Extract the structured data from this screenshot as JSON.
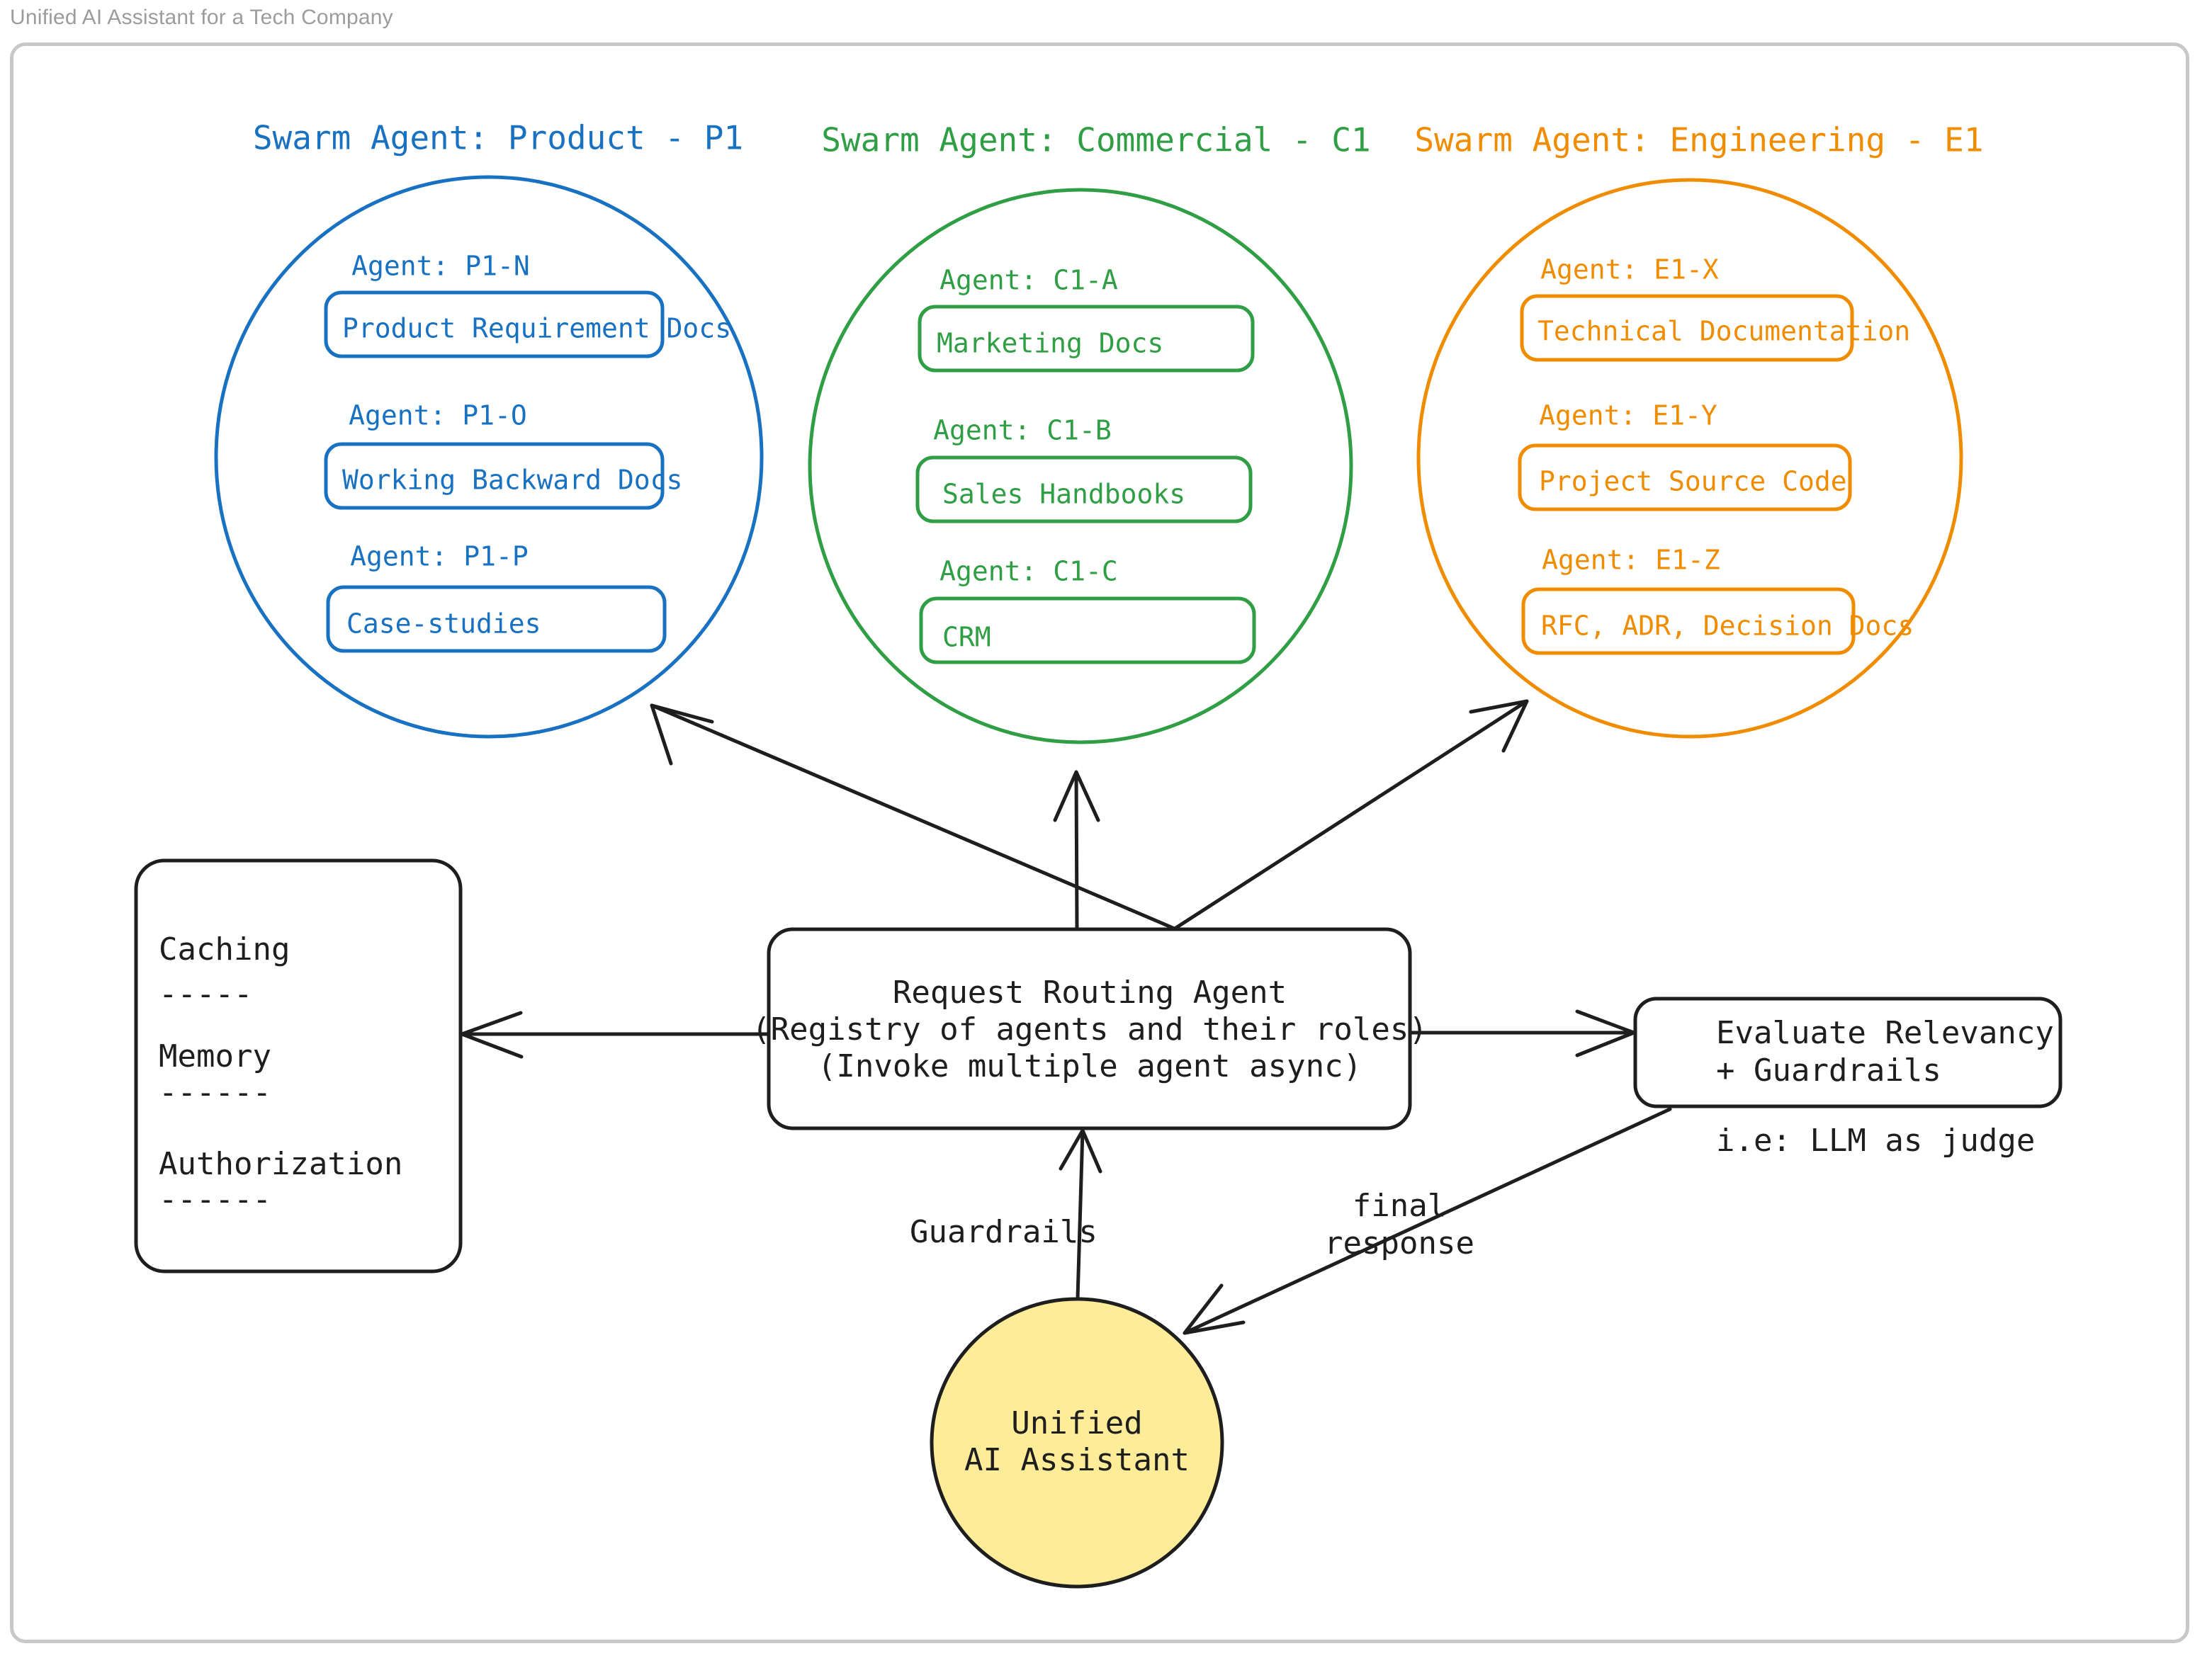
{
  "frame": {
    "title": "Unified AI Assistant for a Tech Company"
  },
  "colors": {
    "product_blue": "#1971c2",
    "commercial_green": "#2f9e44",
    "engineering_orange": "#f08c00",
    "ink_black": "#1e1e1e",
    "assistant_yellow_fill": "#ffec99",
    "frame_gray": "#c8c8c8"
  },
  "swarms": [
    {
      "id": "P1",
      "heading": "Swarm Agent: Product - P1",
      "color": "#1971c2",
      "agents": [
        {
          "label": "Agent: P1-N",
          "resource": "Product Requirement Docs"
        },
        {
          "label": "Agent: P1-O",
          "resource": "Working Backward Docs"
        },
        {
          "label": "Agent: P1-P",
          "resource": "Case-studies"
        }
      ]
    },
    {
      "id": "C1",
      "heading": "Swarm Agent: Commercial - C1",
      "color": "#2f9e44",
      "agents": [
        {
          "label": "Agent: C1-A",
          "resource": "Marketing Docs"
        },
        {
          "label": "Agent: C1-B",
          "resource": "Sales Handbooks"
        },
        {
          "label": "Agent: C1-C",
          "resource": "CRM"
        }
      ]
    },
    {
      "id": "E1",
      "heading": "Swarm Agent: Engineering - E1",
      "color": "#f08c00",
      "agents": [
        {
          "label": "Agent: E1-X",
          "resource": "Technical Documentation"
        },
        {
          "label": "Agent: E1-Y",
          "resource": "Project Source Code"
        },
        {
          "label": "Agent: E1-Z",
          "resource": "RFC, ADR, Decision Docs"
        }
      ]
    }
  ],
  "router": {
    "line1": "Request Routing Agent",
    "line2": "(Registry of agents and their roles)",
    "line3": "(Invoke multiple agent async)"
  },
  "services_box": {
    "items": [
      {
        "name": "Caching",
        "rule": "-----"
      },
      {
        "name": "Memory",
        "rule": "------"
      },
      {
        "name": "Authorization",
        "rule": "------"
      }
    ]
  },
  "evaluator": {
    "line1": "Evaluate Relevancy",
    "line2": "+ Guardrails",
    "note": "i.e: LLM as judge"
  },
  "assistant": {
    "line1": "Unified",
    "line2": "AI Assistant"
  },
  "edge_labels": {
    "guardrails": "Guardrails",
    "final": "final",
    "response": "response"
  }
}
